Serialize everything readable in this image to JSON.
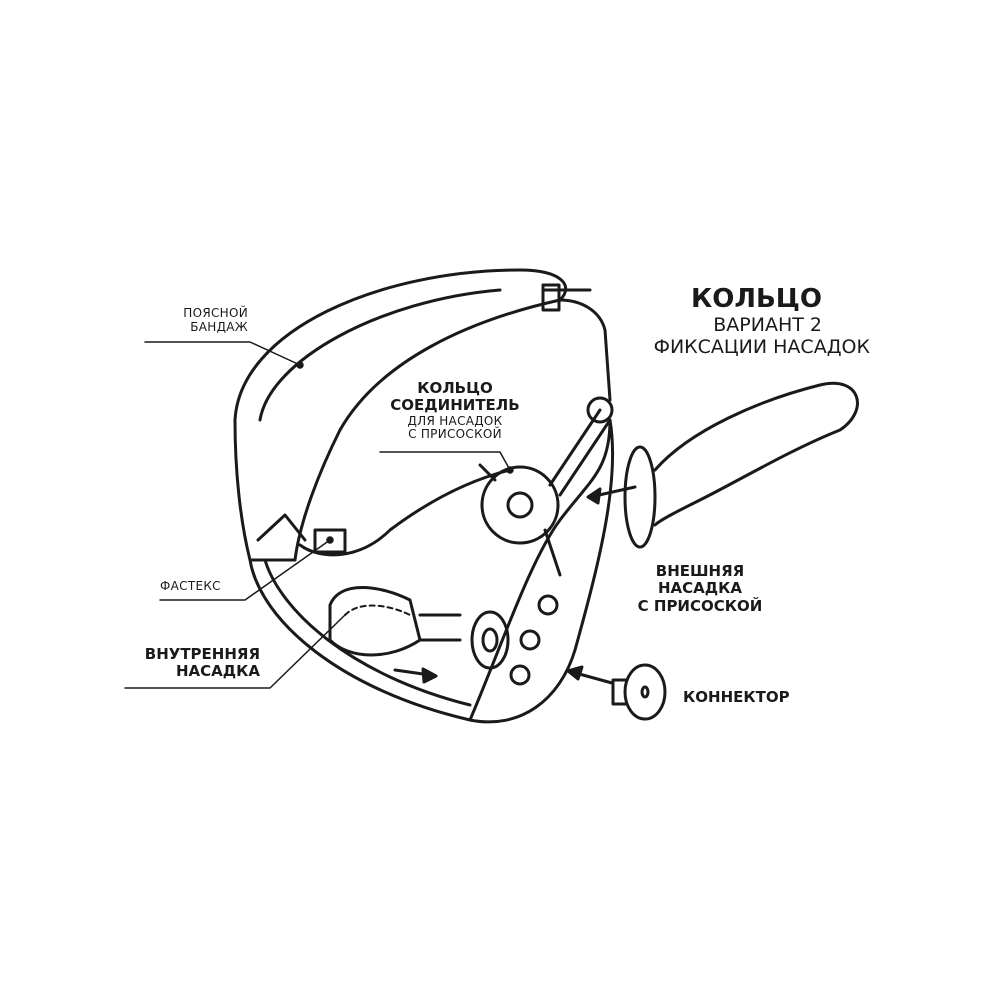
{
  "title": {
    "main": "КОЛЬЦО",
    "line2": "ВАРИАНТ 2",
    "line3": "ФИКСАЦИИ НАСАДОК"
  },
  "labels": {
    "belt": [
      "ПОЯСНОЙ",
      "БАНДАЖ"
    ],
    "ring": {
      "bold": [
        "КОЛЬЦО",
        "СОЕДИНИТЕЛЬ"
      ],
      "small": [
        "ДЛЯ НАСАДОК",
        "С ПРИСОСКОЙ"
      ]
    },
    "fastex": "ФАСТЕКС",
    "inner": [
      "ВНУТРЕННЯЯ",
      "НАСАДКА"
    ],
    "outer": [
      "ВНЕШНЯЯ",
      "НАСАДКА",
      "С ПРИСОСКОЙ"
    ],
    "connector": "КОННЕКТОР"
  },
  "colors": {
    "line": "#1a1a1a",
    "background": "#ffffff"
  }
}
